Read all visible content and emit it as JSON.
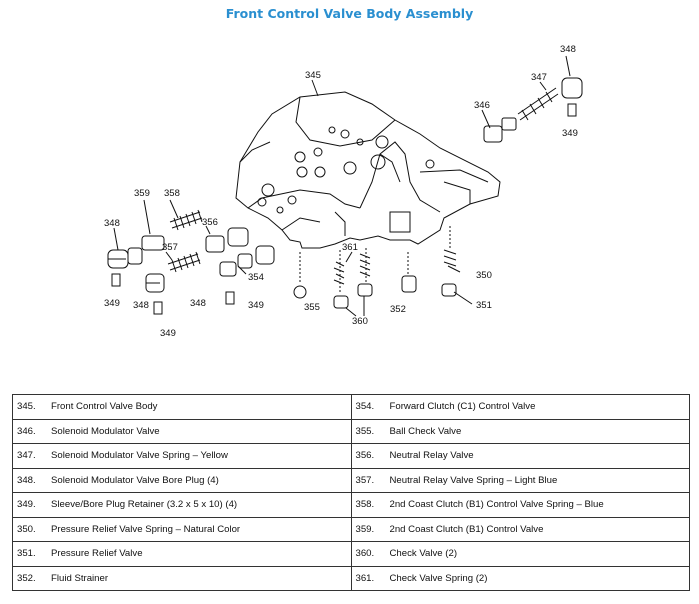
{
  "title": "Front Control Valve Body Assembly",
  "callouts": [
    "345",
    "346",
    "347",
    "348",
    "349",
    "350",
    "351",
    "352",
    "354",
    "355",
    "356",
    "357",
    "358",
    "359",
    "360",
    "361"
  ],
  "legend": [
    {
      "left": {
        "num": "345.",
        "label": "Front Control Valve Body"
      },
      "right": {
        "num": "354.",
        "label": "Forward Clutch (C1) Control Valve"
      }
    },
    {
      "left": {
        "num": "346.",
        "label": "Solenoid Modulator Valve"
      },
      "right": {
        "num": "355.",
        "label": "Ball Check Valve"
      }
    },
    {
      "left": {
        "num": "347.",
        "label": "Solenoid Modulator Valve Spring – Yellow"
      },
      "right": {
        "num": "356.",
        "label": "Neutral Relay Valve"
      }
    },
    {
      "left": {
        "num": "348.",
        "label": "Solenoid Modulator Valve Bore Plug (4)"
      },
      "right": {
        "num": "357.",
        "label": "Neutral Relay Valve Spring – Light Blue"
      }
    },
    {
      "left": {
        "num": "349.",
        "label": "Sleeve/Bore Plug Retainer (3.2 x 5 x 10) (4)"
      },
      "right": {
        "num": "358.",
        "label": "2nd Coast Clutch (B1) Control Valve Spring – Blue"
      }
    },
    {
      "left": {
        "num": "350.",
        "label": "Pressure Relief Valve Spring – Natural Color"
      },
      "right": {
        "num": "359.",
        "label": "2nd Coast Clutch (B1) Control Valve"
      }
    },
    {
      "left": {
        "num": "351.",
        "label": "Pressure Relief Valve"
      },
      "right": {
        "num": "360.",
        "label": "Check Valve (2)"
      }
    },
    {
      "left": {
        "num": "352.",
        "label": "Fluid Strainer"
      },
      "right": {
        "num": "361.",
        "label": "Check Valve Spring (2)"
      }
    }
  ]
}
